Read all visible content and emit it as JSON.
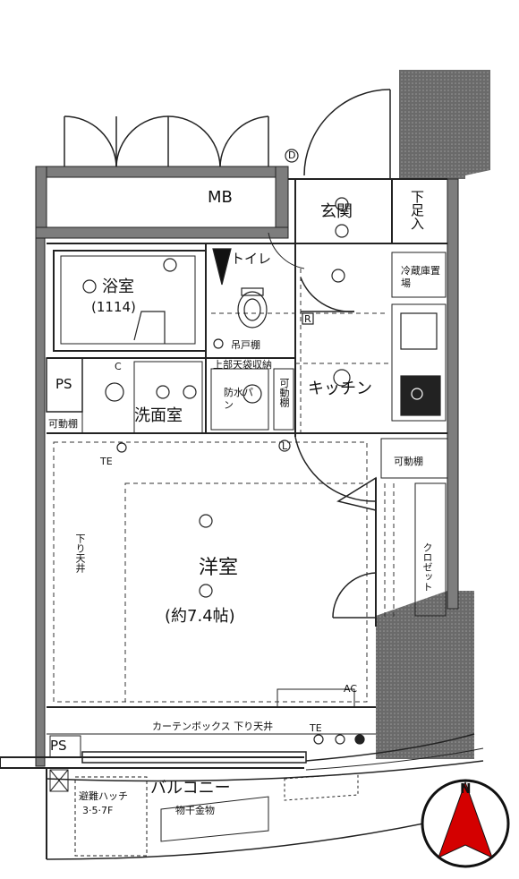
{
  "rooms": {
    "mb": "MB",
    "entrance": "玄関",
    "shoe_storage": "下足入",
    "bath": "浴室",
    "bath_size": "(1114)",
    "toilet": "トイレ",
    "fridge_space": "冷蔵庫置場",
    "hanging_shelf": "吊戸棚",
    "upper_ceiling_storage": "上部天袋収納",
    "washroom": "洗面室",
    "waterproof_pan": "防水パン",
    "movable_shelf_v": "可動棚",
    "kitchen": "キッチン",
    "ps_left": "PS",
    "movable_shelf_small": "可動棚",
    "movable_shelf_right": "可動棚",
    "western_room": "洋室",
    "western_room_size": "(約7.4帖)",
    "lowered_ceiling_left": "下り天井",
    "closet": "クロゼット",
    "curtain_box": "カーテンボックス 下り天井",
    "ps_bottom": "PS",
    "balcony": "バルコニー",
    "evac_hatch": "避難ハッチ",
    "evac_hatch_floors": "3·5·7F",
    "drying_rack": "物干金物",
    "marker_d": "D",
    "marker_r": "R",
    "marker_l": "L",
    "marker_c": "C",
    "marker_te1": "TE",
    "marker_te2": "TE",
    "marker_ac": "AC"
  },
  "compass": {
    "label": "N"
  }
}
